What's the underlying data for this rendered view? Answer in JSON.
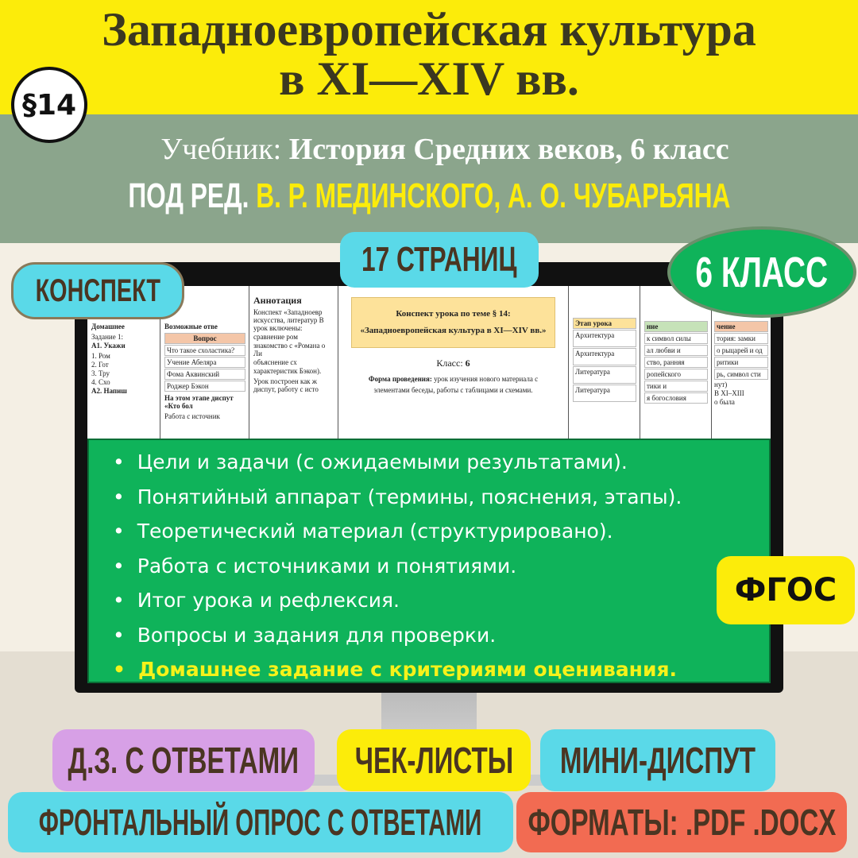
{
  "header": {
    "title_line1": "Западноевропейская культура",
    "title_line2": "в XI—XIV вв.",
    "paragraph": "§14"
  },
  "textbook": {
    "label": "Учебник:",
    "name": "История Средних веков, 6 класс",
    "editors_prefix": "ПОД РЕД.",
    "editors": "В. Р. МЕДИНСКОГО, А. О. ЧУБАРЬЯНА"
  },
  "badges": {
    "pages": "17 СТРАНИЦ",
    "konspekt": "КОНСПЕКТ",
    "grade": "6 КЛАСС",
    "fgos": "ФГОС"
  },
  "docs": {
    "p1": {
      "heading": "Домашнее",
      "task": "Задание 1:",
      "a1": "А1. Укажи",
      "list": [
        "1. Ром",
        "2. Гот",
        "3. Тру",
        "4. Схо"
      ],
      "a2": "А2. Напиш"
    },
    "p2": {
      "heading": "Возможные отве",
      "col": "Вопрос",
      "rows": [
        "Что такое схоластика?",
        "Учение Абеляра",
        "Фома Аквинский",
        "Роджер Бэкон"
      ],
      "note": "На этом этапе диспут «Кто бол",
      "footer": "Работа с источник"
    },
    "p3": {
      "heading": "Аннотация",
      "text": "Конспект «Западноевр искусства, литератур В урок включены:",
      "bullets": [
        "сравнение ром",
        "знакомство с «Романа о Ли",
        "объяснение сх",
        "характеристик Бэкон)."
      ],
      "footer": "Урок построен как ж диспут, работу с исто"
    },
    "p4": {
      "box1": "Конспект урока по теме § 14:",
      "box2": "«Западноевропейская культура в XI—XIV вв.»",
      "grade_label": "Класс:",
      "grade": "6",
      "form_label": "Форма проведения:",
      "form": "урок изучения нового материала с элементами беседы, работы с таблицами и схемами."
    },
    "p5": {
      "col": "Этап урока",
      "rows": [
        "Архитектура",
        "Архитектура",
        "Литература",
        "Литература"
      ]
    },
    "p6": {
      "col": "ние",
      "rows": [
        "к символ силы",
        "ал любви и",
        "ство, ранняя",
        "ропейского",
        "тики и",
        "я богословия"
      ]
    },
    "p7": {
      "col": "чение",
      "rows": [
        "тория: замки",
        "о рыцарей и од",
        "ритики",
        "рь, символ сти"
      ],
      "extra": [
        "нут)",
        "В XI–XIII",
        "о была"
      ]
    }
  },
  "features": [
    {
      "text": "Цели и задачи (с ожидаемыми результатами).",
      "highlight": false
    },
    {
      "text": "Понятийный аппарат (термины, пояснения, этапы).",
      "highlight": false
    },
    {
      "text": "Теоретический материал (структурировано).",
      "highlight": false
    },
    {
      "text": "Работа с источниками и понятиями.",
      "highlight": false
    },
    {
      "text": "Итог урока и рефлексия.",
      "highlight": false
    },
    {
      "text": "Вопросы и задания для проверки.",
      "highlight": false
    },
    {
      "text": "Домашнее задание с критериями оценивания.",
      "highlight": true
    }
  ],
  "tags": {
    "homework": "Д.З. С ОТВЕТАМИ",
    "checklists": "ЧЕК-ЛИСТЫ",
    "debate": "МИНИ-ДИСПУТ",
    "survey": "ФРОНТАЛЬНЫЙ ОПРОС С ОТВЕТАМИ",
    "formats": "ФОРМАТЫ: .PDF .DOCX"
  },
  "colors": {
    "yellow": "#fcec0a",
    "band": "#8ba58c",
    "cyan": "#5ad9e8",
    "green": "#0fb35a",
    "purple": "#d7a0e6",
    "orange": "#f26b52",
    "text": "#4a3522"
  }
}
